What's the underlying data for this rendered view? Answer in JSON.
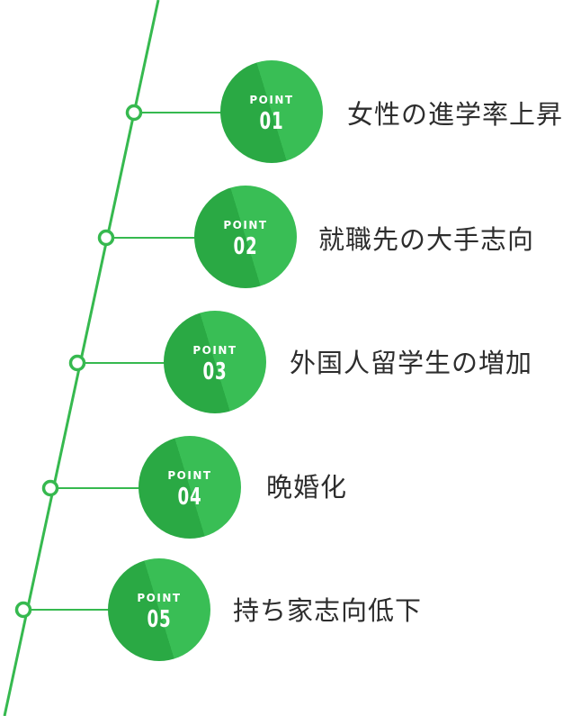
{
  "points": [
    {
      "word": "POINT",
      "number": "01",
      "label": "女性の進学率上昇"
    },
    {
      "word": "POINT",
      "number": "02",
      "label": "就職先の大手志向"
    },
    {
      "word": "POINT",
      "number": "03",
      "label": "外国人留学生の増加"
    },
    {
      "word": "POINT",
      "number": "04",
      "label": "晩婚化"
    },
    {
      "word": "POINT",
      "number": "05",
      "label": "持ち家志向低下"
    }
  ],
  "colors": {
    "line": "#36b94f",
    "circle_dark": "#2aa944",
    "circle_light": "#39be55",
    "text": "#2d2d2d"
  }
}
